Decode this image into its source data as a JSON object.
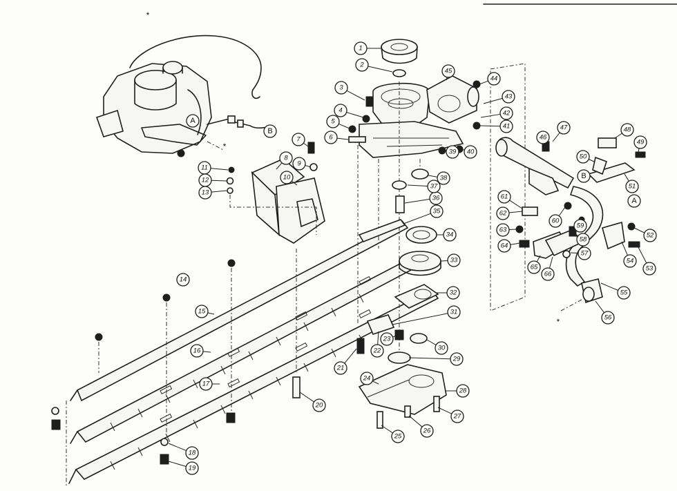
{
  "callouts": [
    {
      "label": "1"
    },
    {
      "label": "2"
    },
    {
      "label": "3"
    },
    {
      "label": "4"
    },
    {
      "label": "5"
    },
    {
      "label": "6"
    },
    {
      "label": "7"
    },
    {
      "label": "8"
    },
    {
      "label": "9"
    },
    {
      "label": "10"
    },
    {
      "label": "11"
    },
    {
      "label": "12"
    },
    {
      "label": "13"
    },
    {
      "label": "14"
    },
    {
      "label": "15"
    },
    {
      "label": "16"
    },
    {
      "label": "17"
    },
    {
      "label": "18"
    },
    {
      "label": "19"
    },
    {
      "label": "20"
    },
    {
      "label": "21"
    },
    {
      "label": "22"
    },
    {
      "label": "23"
    },
    {
      "label": "24"
    },
    {
      "label": "25"
    },
    {
      "label": "26"
    },
    {
      "label": "27"
    },
    {
      "label": "28"
    },
    {
      "label": "29"
    },
    {
      "label": "30"
    },
    {
      "label": "31"
    },
    {
      "label": "32"
    },
    {
      "label": "33"
    },
    {
      "label": "34"
    },
    {
      "label": "35"
    },
    {
      "label": "36"
    },
    {
      "label": "37"
    },
    {
      "label": "38"
    },
    {
      "label": "39"
    },
    {
      "label": "40"
    },
    {
      "label": "41"
    },
    {
      "label": "42"
    },
    {
      "label": "43"
    },
    {
      "label": "44"
    },
    {
      "label": "45"
    },
    {
      "label": "46"
    },
    {
      "label": "47"
    },
    {
      "label": "48"
    },
    {
      "label": "49"
    },
    {
      "label": "50"
    },
    {
      "label": "51"
    },
    {
      "label": "52"
    },
    {
      "label": "53"
    },
    {
      "label": "54"
    },
    {
      "label": "55"
    },
    {
      "label": "56"
    },
    {
      "label": "57"
    },
    {
      "label": "58"
    },
    {
      "label": "59"
    },
    {
      "label": "60"
    },
    {
      "label": "61"
    },
    {
      "label": "62"
    },
    {
      "label": "63"
    },
    {
      "label": "64"
    },
    {
      "label": "65"
    },
    {
      "label": "66"
    }
  ],
  "reference_letters": [
    {
      "label": "A"
    },
    {
      "label": "B"
    },
    {
      "label": "B"
    },
    {
      "label": "A"
    }
  ],
  "marks": {
    "asterisk": "*"
  },
  "colors": {
    "ink": "#1e1e1e",
    "paper": "#fdfdfb"
  }
}
